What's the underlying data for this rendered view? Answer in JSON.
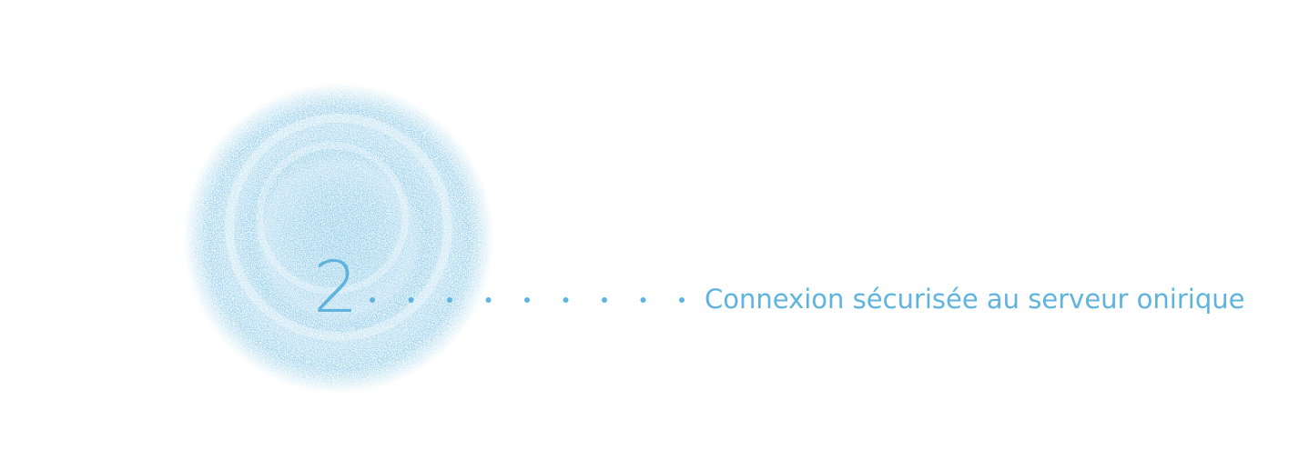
{
  "step": {
    "number": "2",
    "label": "Connexion sécurisée au serveur onirique"
  },
  "colors": {
    "accent": "#5fb3df",
    "orb": "#4a9fd4",
    "background": "#ffffff"
  },
  "connector": {
    "dot_count": 9
  },
  "icons": {
    "orb": "speckled-sphere-icon"
  }
}
